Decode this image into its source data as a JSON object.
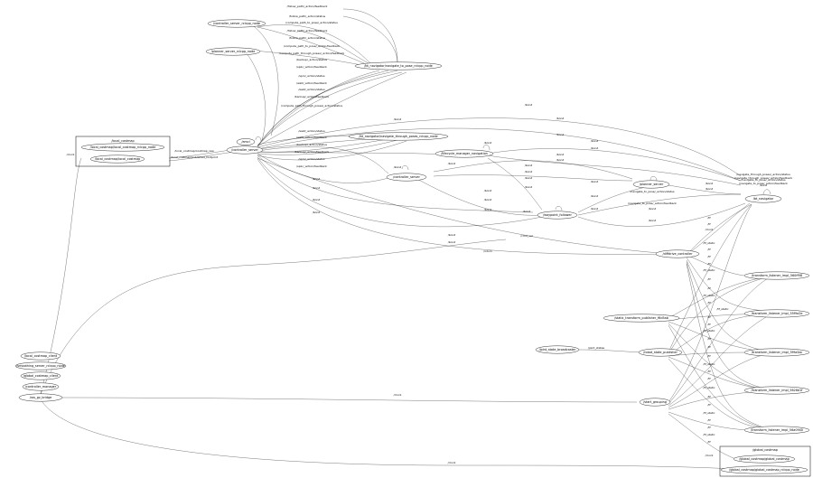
{
  "graph": {
    "clusters": [
      {
        "id": "local_costmap",
        "label": "/local_costmap"
      },
      {
        "id": "global_costmap",
        "label": "/global_costmap"
      }
    ],
    "nodes": [
      {
        "id": "n_lc_rclcpp",
        "label": "/local_costmap/local_costmap_rclcpp_node"
      },
      {
        "id": "n_lc_lc",
        "label": "/local_costmap/local_costmap"
      },
      {
        "id": "n_gc_gc",
        "label": "/global_costmap/global_costmap"
      },
      {
        "id": "n_gc_rclcpp",
        "label": "/global_costmap/global_costmap_rclcpp_node"
      },
      {
        "id": "n_ctrl_rclcpp",
        "label": "/controller_server_rclcpp_node"
      },
      {
        "id": "n_plan_rclcpp",
        "label": "/planner_server_rclcpp_node"
      },
      {
        "id": "n_nav_to_pose",
        "label": "/bt_navigator/navigate_to_pose_rclcpp_node"
      },
      {
        "id": "n_nav_through",
        "label": "/bt_navigator/navigate_through_poses_rclcpp_node"
      },
      {
        "id": "n_amcl",
        "label": "/amcl"
      },
      {
        "id": "n_ctrl_server",
        "label": "/controller_server"
      },
      {
        "id": "n_lifecycle",
        "label": "/lifecycle_manager_navigation"
      },
      {
        "id": "n_planner",
        "label": "/planner_server"
      },
      {
        "id": "n_bt_nav",
        "label": "/bt_navigator"
      },
      {
        "id": "n_waypoint",
        "label": "/waypoint_follower"
      },
      {
        "id": "n_diffdrive",
        "label": "/diffdrive_controller"
      },
      {
        "id": "n_static_tf",
        "label": "/static_transform_publisher_f6d5ab"
      },
      {
        "id": "n_tf_1",
        "label": "/transform_listener_impl_560ff98"
      },
      {
        "id": "n_tf_2",
        "label": "/transform_listener_impl_55f9a2e"
      },
      {
        "id": "n_tf_3",
        "label": "/transform_listener_impl_5f9a3ac"
      },
      {
        "id": "n_tf_4",
        "label": "/transform_listener_impl_5628d1f"
      },
      {
        "id": "n_tf_5",
        "label": "/transform_listener_impl_56a0940"
      },
      {
        "id": "n_joint_bc",
        "label": "/joint_state_broadcaster"
      },
      {
        "id": "n_rsp",
        "label": "/robot_state_publisher"
      },
      {
        "id": "n_bridge",
        "label": "/ros_gz_bridge"
      },
      {
        "id": "n_start_grouping",
        "label": "/start_grouping"
      },
      {
        "id": "n_local_client",
        "label": "/local_costmap_client"
      },
      {
        "id": "n_smoothing",
        "label": "/smoothing_server_rclcpp_node"
      },
      {
        "id": "n_global_client",
        "label": "/global_costmap_client"
      },
      {
        "id": "n_ctrl_manager",
        "label": "/controller_manager"
      }
    ],
    "edge_labels": {
      "follow_path_status": "/follow_path/_action/status",
      "follow_path_feedback": "/follow_path/_action/feedback",
      "compute_to_pose_status": "/compute_path_to_pose/_action/status",
      "compute_to_pose_feedback": "/compute_path_to_pose/_action/feedback",
      "compute_through_feedback": "/compute_path_through_poses/_action/feedback",
      "compute_through_status": "/compute_path_through_poses/_action/status",
      "backup_status": "/backup/_action/status",
      "spin_feedback": "/spin/_action/feedback",
      "spin_status": "/spin/_action/status",
      "wait_feedback": "/wait/_action/feedback",
      "wait_status": "/wait/_action/status",
      "backup_feedback": "/backup/_action/feedback",
      "tf": "/tf",
      "tf_static": "/tf_static",
      "lc_costmap_raw": "/local_costmap/costmap_raw",
      "lc_footprint": "/local_costmap/published_footprint",
      "bond": "/bond",
      "cmd_vel": "/cmd_vel",
      "joint_states": "/joint_states",
      "clock": "/clock",
      "nav_to_pose_status": "/navigate_to_pose/_action/status",
      "nav_to_pose_feedback": "/navigate_to_pose/_action/feedback",
      "nav_through_status": "/navigate_through_poses/_action/status",
      "nav_through_feedback": "/navigate_through_poses/_action/feedback",
      "odom": "/odom"
    }
  }
}
